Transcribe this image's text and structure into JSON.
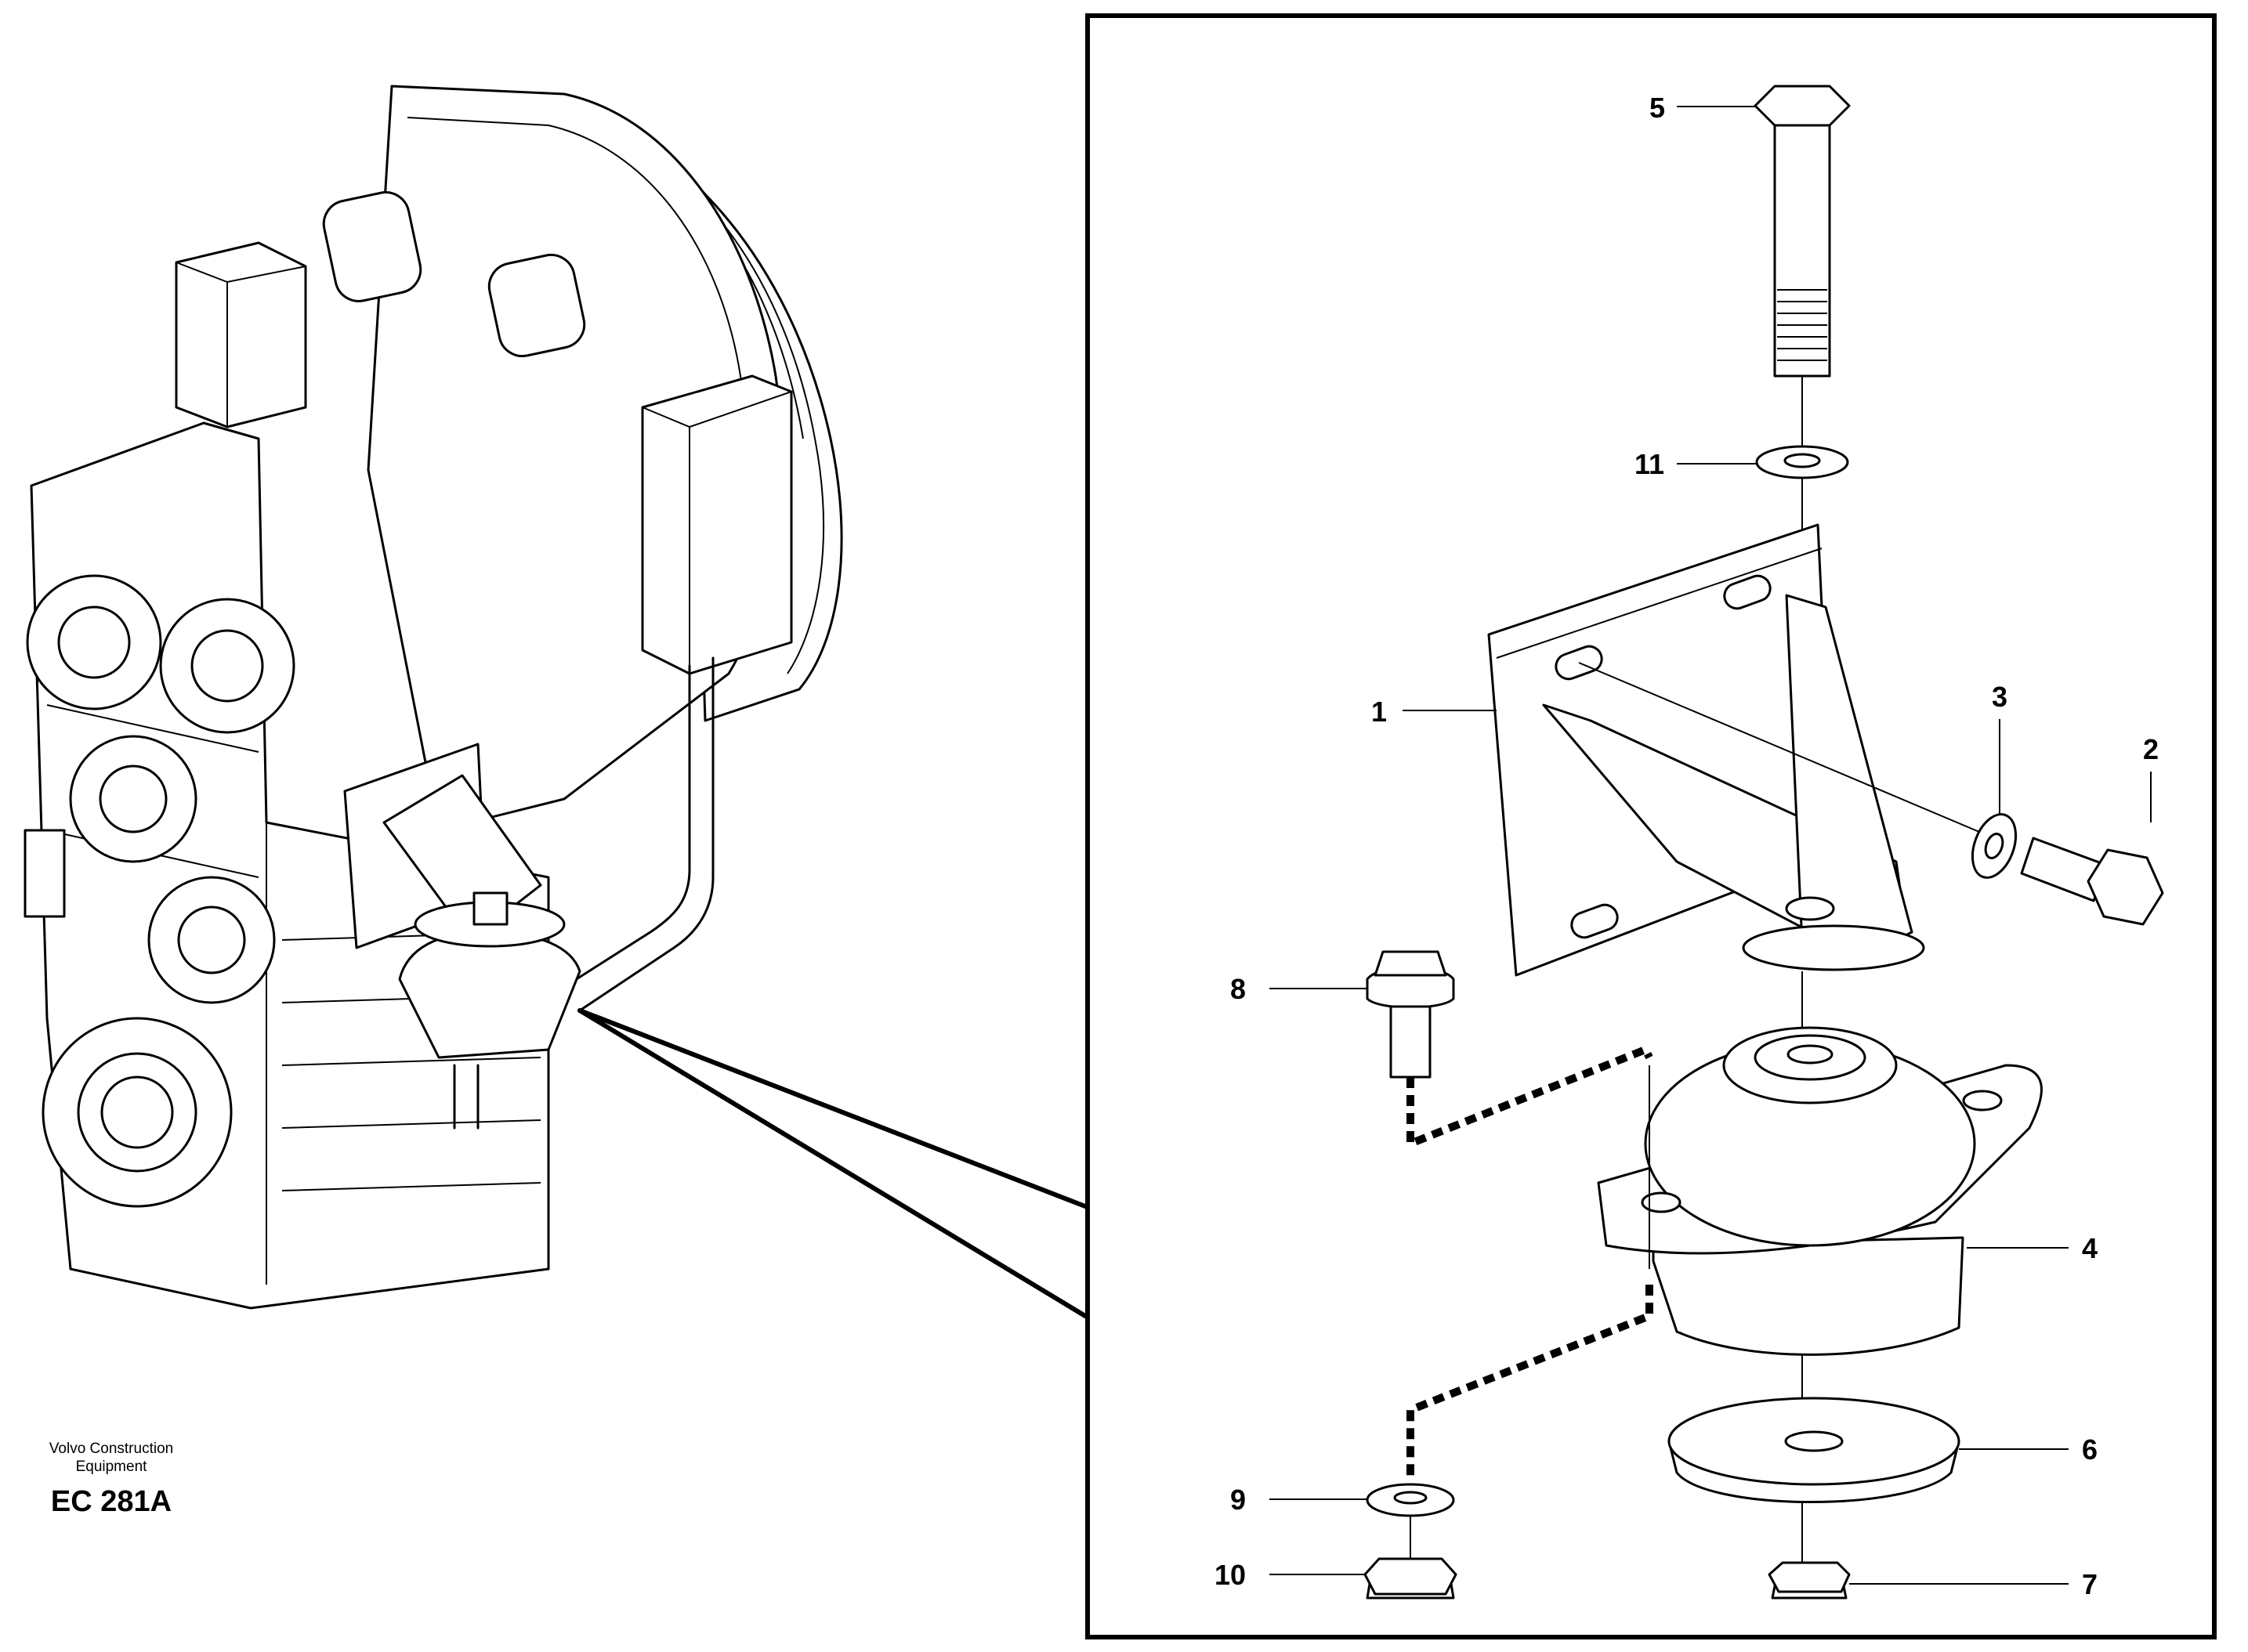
{
  "credit": {
    "line1": "Volvo Construction",
    "line2": "Equipment",
    "code": "EC 281A"
  },
  "callouts": [
    {
      "id": "1",
      "label": "1"
    },
    {
      "id": "2",
      "label": "2"
    },
    {
      "id": "3",
      "label": "3"
    },
    {
      "id": "4",
      "label": "4"
    },
    {
      "id": "5",
      "label": "5"
    },
    {
      "id": "6",
      "label": "6"
    },
    {
      "id": "7",
      "label": "7"
    },
    {
      "id": "8",
      "label": "8"
    },
    {
      "id": "9",
      "label": "9"
    },
    {
      "id": "10",
      "label": "10"
    },
    {
      "id": "11",
      "label": "11"
    }
  ]
}
